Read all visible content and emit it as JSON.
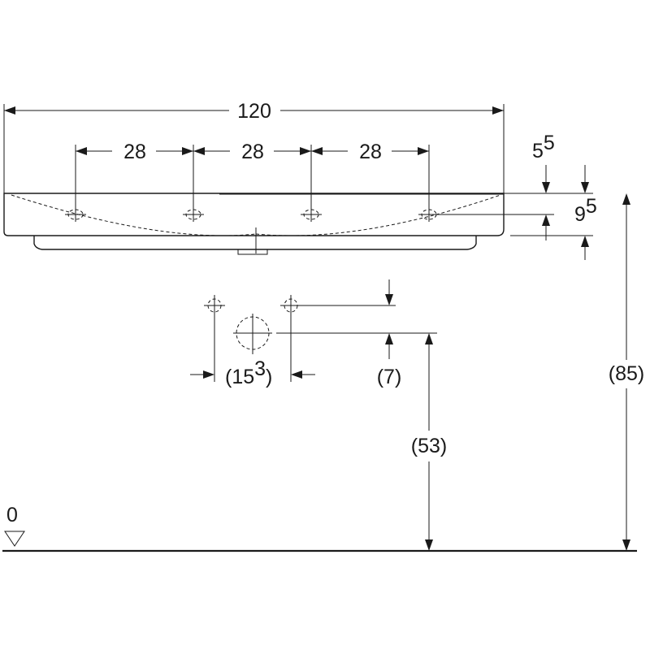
{
  "dimensions": {
    "overall_width": "120",
    "hole_spacing_1": "28",
    "hole_spacing_2": "28",
    "hole_spacing_3": "28",
    "rim_offset_main": "5",
    "rim_offset_sup": "5",
    "basin_height_main": "9",
    "basin_height_sup": "5",
    "connection_spacing_open": "(15",
    "connection_spacing_sup": "3",
    "connection_spacing_close": ")",
    "supply_offset": "(7)",
    "drain_height": "(53)",
    "total_height": "(85)",
    "floor_level": "0"
  }
}
